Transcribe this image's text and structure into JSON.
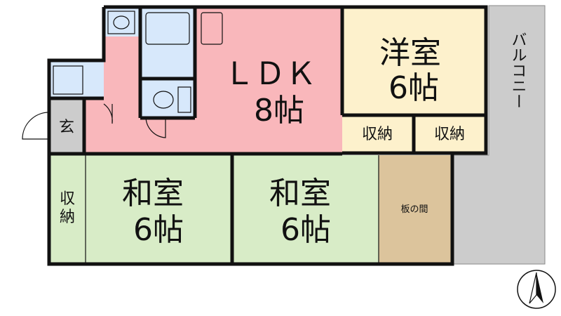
{
  "colors": {
    "ldk": "#f9b7bb",
    "western": "#fdf1cc",
    "storage_western": "#fdf1cc",
    "japanese": "#d8ecc7",
    "wood_floor": "#dcc49c",
    "balcony": "#cccccc",
    "wet_area": "#d7e8fb",
    "entrance": "#cccccc",
    "wall": "#111111"
  },
  "rooms": {
    "ldk": {
      "name": "ＬＤＫ",
      "size": "8帖"
    },
    "western": {
      "name": "洋室",
      "size": "6帖"
    },
    "japanese_left": {
      "name": "和室",
      "size": "6帖"
    },
    "japanese_right": {
      "name": "和室",
      "size": "6帖"
    },
    "storage_1": {
      "label": "収納"
    },
    "storage_2": {
      "label": "収納"
    },
    "storage_left": {
      "label_top": "収",
      "label_bottom": "納"
    },
    "wood_floor": {
      "label": "板の間"
    },
    "entrance": {
      "label": "玄"
    },
    "balcony": {
      "label": "バルコニー"
    }
  },
  "compass": {
    "icon": "north-arrow-icon"
  }
}
